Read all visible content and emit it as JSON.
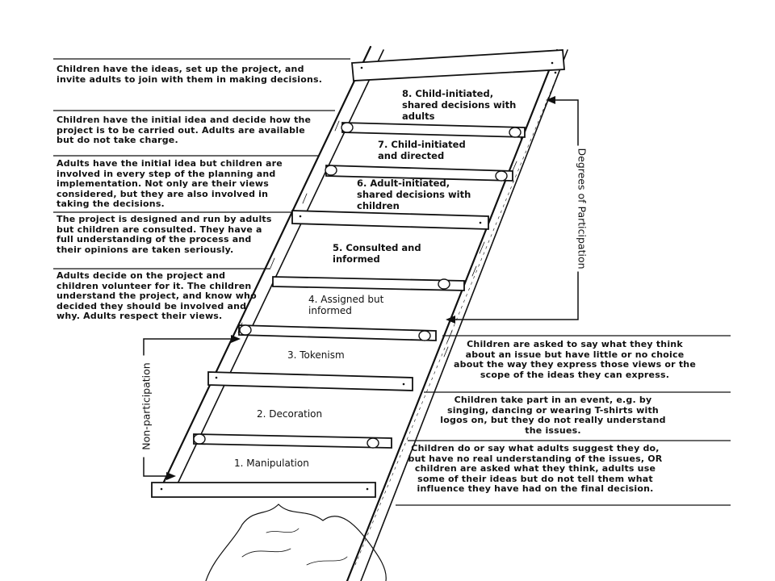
{
  "levels": [
    {
      "label": "8. Child-initiated, shared decisions with adults",
      "description": "Children have the ideas, set up the project, and invite adults to join with them in making decisions."
    },
    {
      "label": "7. Child-initiated and directed",
      "description": "Children have the initial idea and decide how the project is to be carried out. Adults are available but do not take charge."
    },
    {
      "label": "6. Adult-initiated, shared decisions with children",
      "description": "Adults have the initial idea but children are involved in every step of the planning and implementation. Not only are their views considered, but they are also involved in taking the decisions."
    },
    {
      "label": "5. Consulted and informed",
      "description": "The project is designed and run by adults but children are consulted. They have a full understanding of the process and their opinions are taken seriously."
    },
    {
      "label": "4. Assigned but informed",
      "description": "Adults decide on the project and children volunteer for it. The children understand the project, and know who decided they should be involved and why. Adults respect their views."
    },
    {
      "label": "3. Tokenism",
      "description": "Children are asked to say what they think about an issue but have little or no choice about the way they express those views or the scope of the ideas they can express."
    },
    {
      "label": "2. Decoration",
      "description": "Children take part in an event, e.g. by singing, dancing or wearing T-shirts with logos on, but they do not really understand the issues."
    },
    {
      "label": "1. Manipulation",
      "description": "Children do or say what adults suggest they do, but have no real understanding of the issues, OR children are asked what they think, adults use some of their ideas but do not tell them what influence they have had on the final decision."
    }
  ],
  "groups": {
    "participation": "Degrees of Participation",
    "non_participation": "Non-participation"
  }
}
